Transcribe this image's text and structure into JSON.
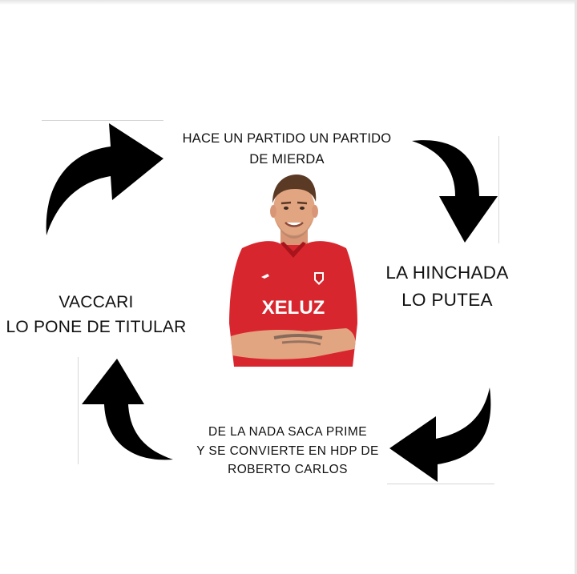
{
  "diagram": {
    "steps": [
      {
        "lines": [
          "HACE UN PARTIDO UN PARTIDO",
          "DE MIERDA"
        ]
      },
      {
        "lines": [
          "LA HINCHADA",
          "LO PUTEA"
        ]
      },
      {
        "lines": [
          "DE LA NADA SACA PRIME",
          "Y SE CONVIERTE EN HDP DE",
          "ROBERTO CARLOS"
        ]
      },
      {
        "lines": [
          "VACCARI",
          "LO PONE DE TITULAR"
        ]
      }
    ],
    "center_image": {
      "jersey_sponsor": "XELUZ",
      "colors": {
        "jersey": "#d8262e",
        "jersey_dark": "#a8141c",
        "skin": "#e2a582",
        "hair": "#5a3a24"
      }
    },
    "colors": {
      "arrow": "#000000",
      "text": "#111111",
      "background": "#ffffff"
    }
  }
}
